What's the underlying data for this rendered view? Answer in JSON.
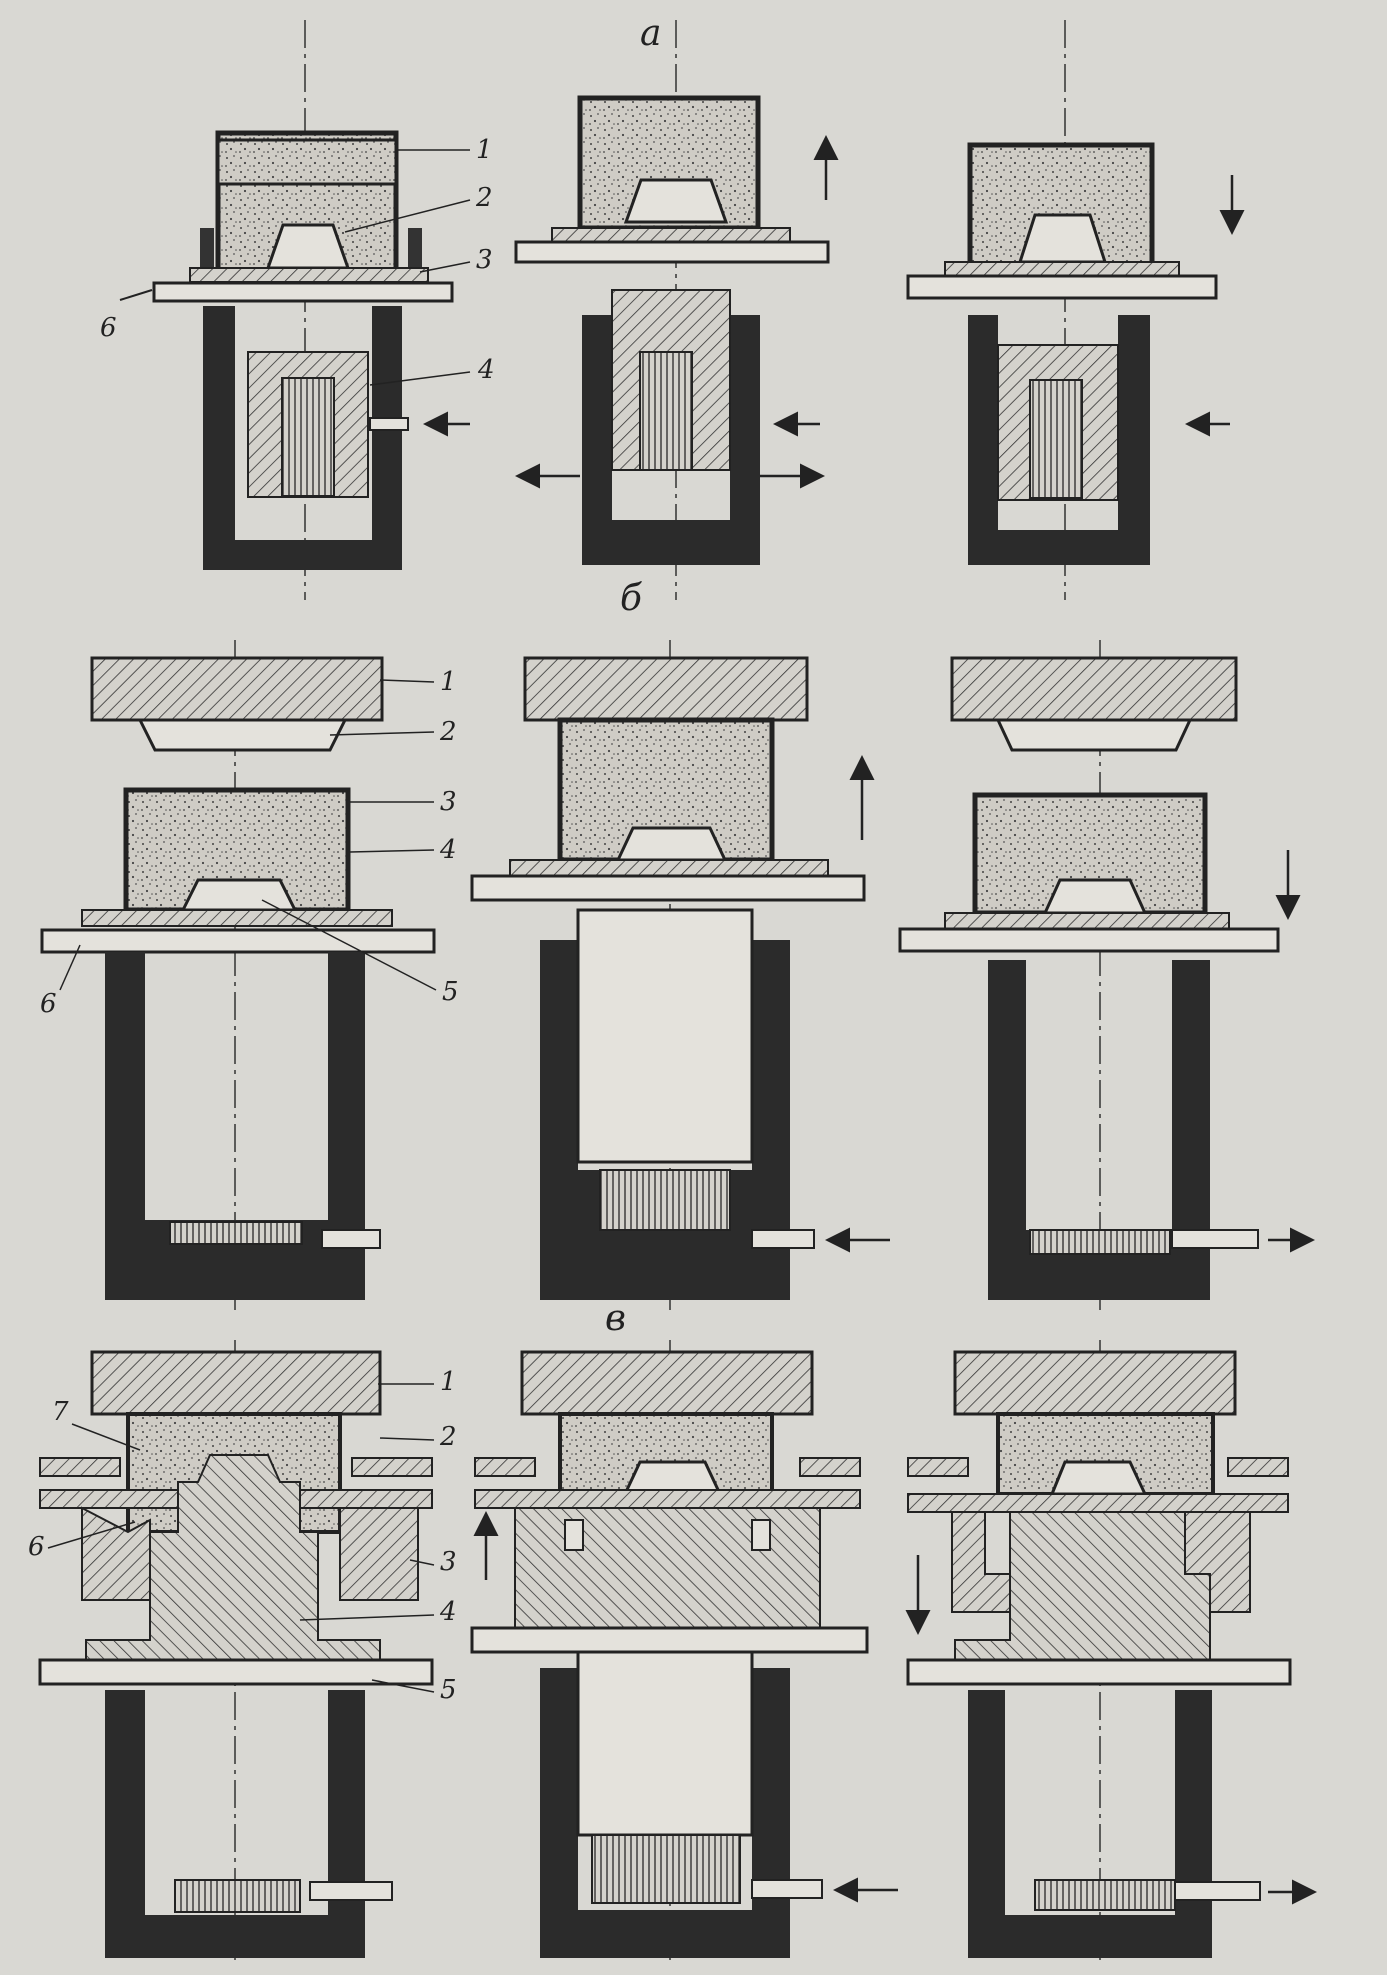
{
  "sections": [
    {
      "id": "a",
      "label": "а",
      "callouts": [
        "1",
        "2",
        "3",
        "4",
        "6"
      ]
    },
    {
      "id": "b",
      "label": "б",
      "callouts": [
        "1",
        "2",
        "3",
        "4",
        "5",
        "6"
      ]
    },
    {
      "id": "c",
      "label": "в",
      "callouts": [
        "1",
        "2",
        "3",
        "4",
        "5",
        "6",
        "7"
      ]
    }
  ],
  "colors": {
    "paper": "#d9d8d3",
    "ink": "#2a2a2a",
    "sand": "#cfccc5",
    "light": "#e4e2dc"
  }
}
